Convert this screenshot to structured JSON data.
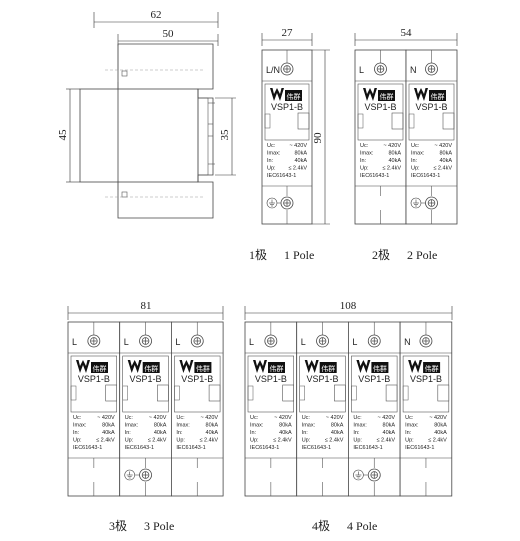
{
  "side_view": {
    "overall_width": "62",
    "front_width": "50",
    "height": "45",
    "rail_height": "35"
  },
  "pole1": {
    "width": "27",
    "height": "90",
    "caption": "1极",
    "caption_en": "1 Pole",
    "terminal": "L/N"
  },
  "pole2": {
    "width": "54",
    "caption": "2极",
    "caption_en": "2 Pole",
    "terminals": [
      "L",
      "N"
    ]
  },
  "pole3": {
    "width": "81",
    "caption": "3极",
    "caption_en": "3 Pole",
    "terminals": [
      "L",
      "L",
      "L"
    ]
  },
  "pole4": {
    "width": "108",
    "caption": "4极",
    "caption_en": "4 Pole",
    "terminals": [
      "L",
      "L",
      "L",
      "N"
    ]
  },
  "module": {
    "brand": "伟群",
    "model": "VSP1-B",
    "specs": [
      {
        "label": "Uc:",
        "value": "~ 420V"
      },
      {
        "label": "Imax:",
        "value": "80kA"
      },
      {
        "label": "In:",
        "value": "40kA"
      },
      {
        "label": "Up:",
        "value": "≤ 2.4kV"
      }
    ],
    "standard": "IEC61643-1"
  }
}
